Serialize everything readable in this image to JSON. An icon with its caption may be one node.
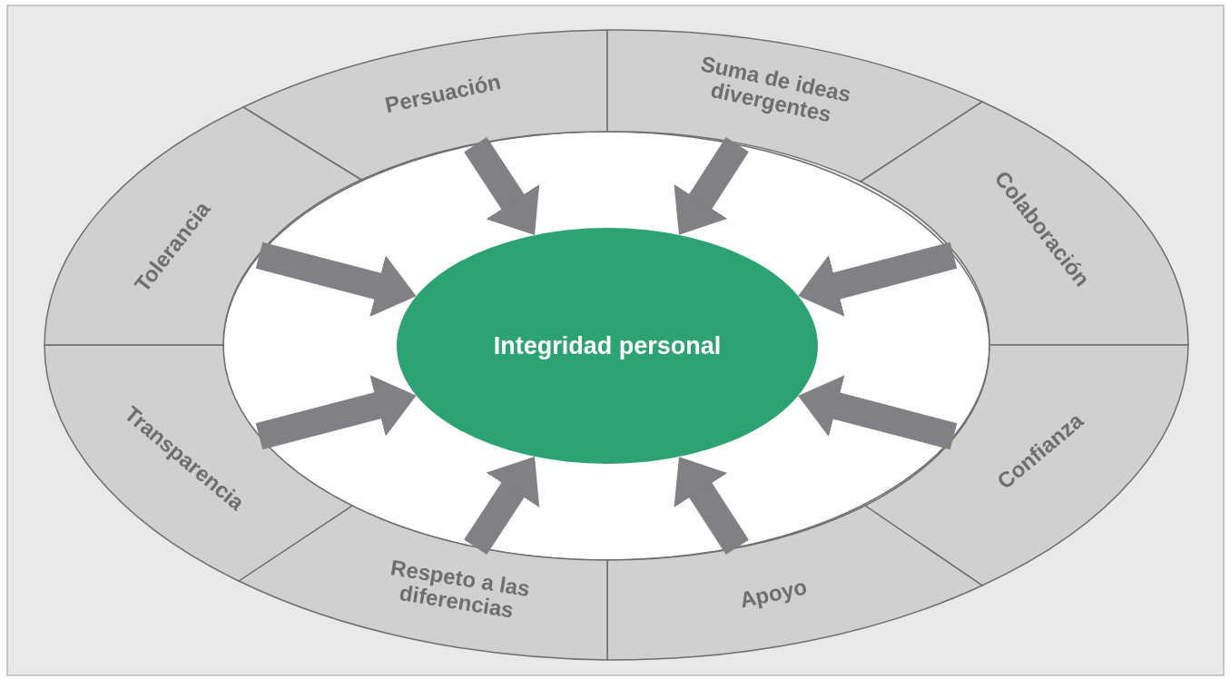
{
  "diagram": {
    "nodes": [
      {
        "text": [
          "Persuación"
        ]
      },
      {
        "text": [
          "Suma de ideas divergentes"
        ]
      },
      {
        "text": [
          "Colaboración"
        ]
      },
      {
        "text": [
          "Confianza"
        ]
      },
      {
        "text": [
          "Apoyo"
        ]
      },
      {
        "text": [
          "Respeto a las diferencias"
        ]
      },
      {
        "text": [
          "Transparencia"
        ]
      },
      {
        "text": [
          "Tolerancia"
        ]
      },
      {
        "text": [
          "Integridad personal"
        ]
      }
    ],
    "edges": [
      {
        "from": 0,
        "to": 8,
        "arrow": "to"
      },
      {
        "from": 1,
        "to": 8,
        "arrow": "to"
      },
      {
        "from": 2,
        "to": 8,
        "arrow": "to"
      },
      {
        "from": 3,
        "to": 8,
        "arrow": "to"
      },
      {
        "from": 4,
        "to": 8,
        "arrow": "to"
      },
      {
        "from": 5,
        "to": 8,
        "arrow": "to"
      },
      {
        "from": 6,
        "to": 8,
        "arrow": "to"
      },
      {
        "from": 7,
        "to": 8,
        "arrow": "to"
      }
    ]
  }
}
